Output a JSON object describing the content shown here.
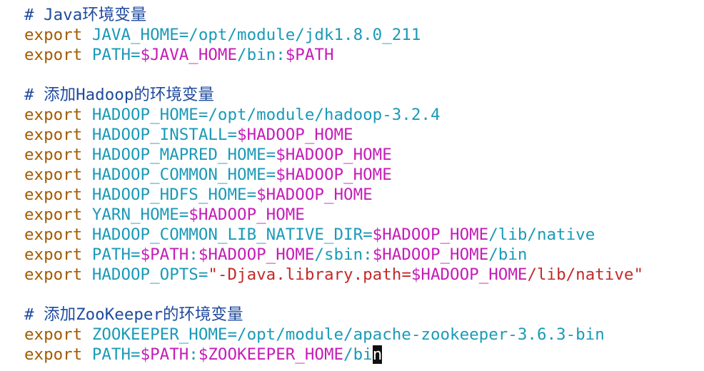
{
  "editor": {
    "lines": [
      {
        "kind": "comment",
        "tokens": [
          {
            "t": "# Java环境变量",
            "c": "comment"
          }
        ]
      },
      {
        "kind": "code",
        "tokens": [
          {
            "t": "export",
            "c": "kw"
          },
          {
            "t": " JAVA_HOME=/opt/module/jdk1.8.0_211",
            "c": "var"
          }
        ]
      },
      {
        "kind": "code",
        "tokens": [
          {
            "t": "export",
            "c": "kw"
          },
          {
            "t": " PATH=",
            "c": "var"
          },
          {
            "t": "$JAVA_HOME",
            "c": "ref"
          },
          {
            "t": "/bin:",
            "c": "var"
          },
          {
            "t": "$PATH",
            "c": "ref"
          }
        ]
      },
      {
        "kind": "blank",
        "tokens": []
      },
      {
        "kind": "comment",
        "tokens": [
          {
            "t": "# 添加Hadoop的环境变量",
            "c": "comment"
          }
        ]
      },
      {
        "kind": "code",
        "tokens": [
          {
            "t": "export",
            "c": "kw"
          },
          {
            "t": " HADOOP_HOME=/opt/module/hadoop-3.2.4",
            "c": "var"
          }
        ]
      },
      {
        "kind": "code",
        "tokens": [
          {
            "t": "export",
            "c": "kw"
          },
          {
            "t": " HADOOP_INSTALL=",
            "c": "var"
          },
          {
            "t": "$HADOOP_HOME",
            "c": "ref"
          }
        ]
      },
      {
        "kind": "code",
        "tokens": [
          {
            "t": "export",
            "c": "kw"
          },
          {
            "t": " HADOOP_MAPRED_HOME=",
            "c": "var"
          },
          {
            "t": "$HADOOP_HOME",
            "c": "ref"
          }
        ]
      },
      {
        "kind": "code",
        "tokens": [
          {
            "t": "export",
            "c": "kw"
          },
          {
            "t": " HADOOP_COMMON_HOME=",
            "c": "var"
          },
          {
            "t": "$HADOOP_HOME",
            "c": "ref"
          }
        ]
      },
      {
        "kind": "code",
        "tokens": [
          {
            "t": "export",
            "c": "kw"
          },
          {
            "t": " HADOOP_HDFS_HOME=",
            "c": "var"
          },
          {
            "t": "$HADOOP_HOME",
            "c": "ref"
          }
        ]
      },
      {
        "kind": "code",
        "tokens": [
          {
            "t": "export",
            "c": "kw"
          },
          {
            "t": " YARN_HOME=",
            "c": "var"
          },
          {
            "t": "$HADOOP_HOME",
            "c": "ref"
          }
        ]
      },
      {
        "kind": "code",
        "tokens": [
          {
            "t": "export",
            "c": "kw"
          },
          {
            "t": " HADOOP_COMMON_LIB_NATIVE_DIR=",
            "c": "var"
          },
          {
            "t": "$HADOOP_HOME",
            "c": "ref"
          },
          {
            "t": "/lib/native",
            "c": "var"
          }
        ]
      },
      {
        "kind": "code",
        "tokens": [
          {
            "t": "export",
            "c": "kw"
          },
          {
            "t": " PATH=",
            "c": "var"
          },
          {
            "t": "$PATH",
            "c": "ref"
          },
          {
            "t": ":",
            "c": "var"
          },
          {
            "t": "$HADOOP_HOME",
            "c": "ref"
          },
          {
            "t": "/sbin:",
            "c": "var"
          },
          {
            "t": "$HADOOP_HOME",
            "c": "ref"
          },
          {
            "t": "/bin",
            "c": "var"
          }
        ]
      },
      {
        "kind": "code",
        "tokens": [
          {
            "t": "export",
            "c": "kw"
          },
          {
            "t": " HADOOP_OPTS=",
            "c": "var"
          },
          {
            "t": "\"-Djava.library.path=",
            "c": "str"
          },
          {
            "t": "$HADOOP_HOME",
            "c": "ref"
          },
          {
            "t": "/lib/native\"",
            "c": "str"
          }
        ]
      },
      {
        "kind": "blank",
        "tokens": []
      },
      {
        "kind": "comment",
        "tokens": [
          {
            "t": "# 添加ZooKeeper的环境变量",
            "c": "comment"
          }
        ]
      },
      {
        "kind": "code",
        "tokens": [
          {
            "t": "export",
            "c": "kw"
          },
          {
            "t": " ZOOKEEPER_HOME=/opt/module/apache-zookeeper-3.6.3-bin",
            "c": "var"
          }
        ]
      },
      {
        "kind": "code",
        "tokens": [
          {
            "t": "export",
            "c": "kw"
          },
          {
            "t": " PATH=",
            "c": "var"
          },
          {
            "t": "$PATH",
            "c": "ref"
          },
          {
            "t": ":",
            "c": "var"
          },
          {
            "t": "$ZOOKEEPER_HOME",
            "c": "ref"
          },
          {
            "t": "/bi",
            "c": "var"
          },
          {
            "t": "n",
            "c": "cursor"
          }
        ]
      }
    ]
  }
}
